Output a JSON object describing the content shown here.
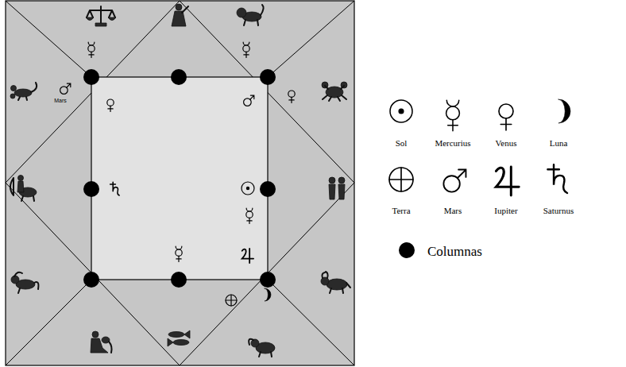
{
  "diagram": {
    "labels": [
      "Mars"
    ],
    "legend": [
      {
        "text": "Sol"
      },
      {
        "text": "Mercurius"
      },
      {
        "text": "Venus"
      },
      {
        "text": "Luna"
      },
      {
        "text": "Terra"
      },
      {
        "text": "Mars"
      },
      {
        "text": "Iupiter"
      },
      {
        "text": "Saturnus"
      },
      {
        "text": "Columnas"
      }
    ]
  }
}
